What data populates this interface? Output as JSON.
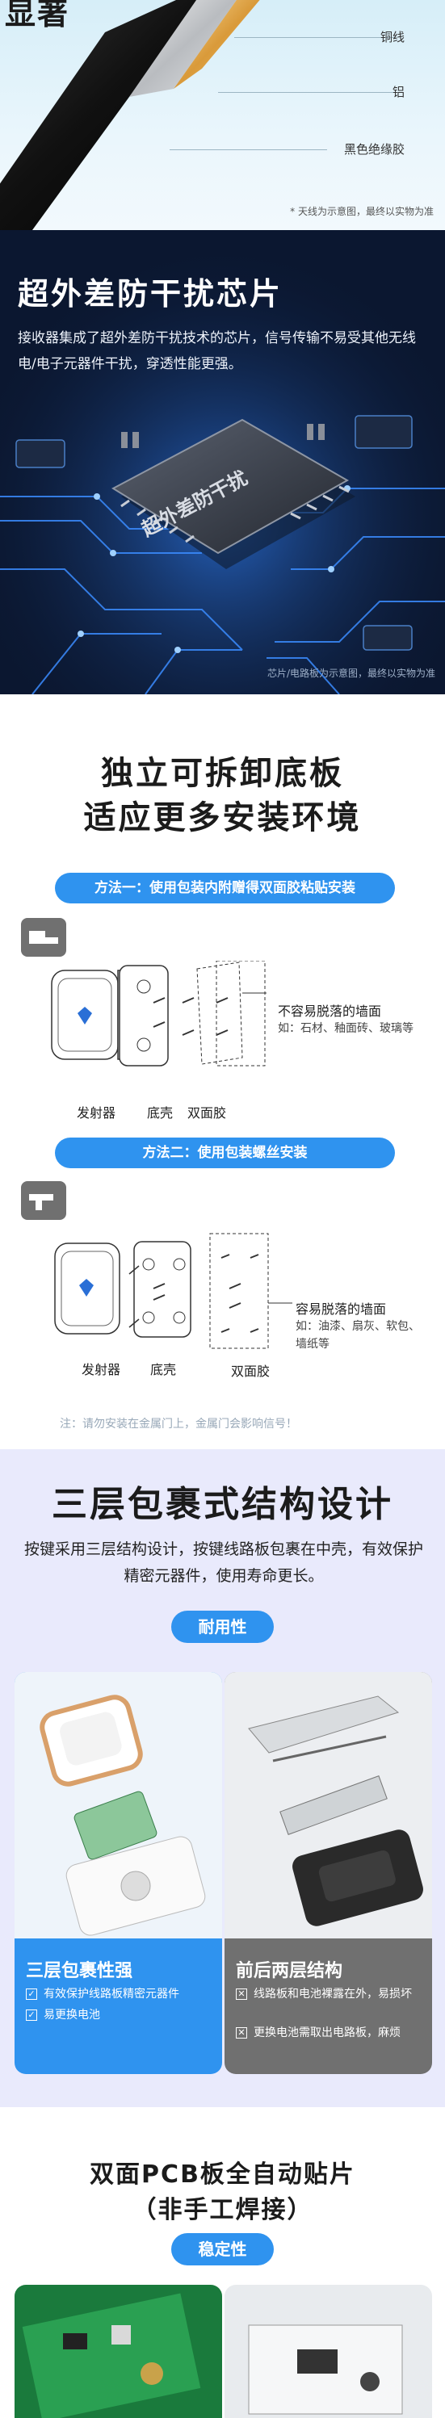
{
  "cable": {
    "title_partial": "显著",
    "layers": [
      "铜线",
      "铝",
      "黑色绝缘胶"
    ],
    "note": "* 天线为示意图，最终以实物为准"
  },
  "chip": {
    "title": "超外差防干扰芯片",
    "desc": "接收器集成了超外差防干扰技术的芯片，信号传输不易受其他无线电/电子元器件干扰，穿透性能更强。",
    "chip_label": "超外差防干扰",
    "caption": "芯片/电路板为示意图，最终以实物为准"
  },
  "mount": {
    "title_line1": "独立可拆卸底板",
    "title_line2": "适应更多安装环境",
    "method1": "方法一：使用包装内附赠得双面胶粘贴安装",
    "method1_parts": [
      "发射器",
      "底壳",
      "双面胶"
    ],
    "method1_wall": "不容易脱落的墙面",
    "method1_wall_sub": "如：石材、釉面砖、玻璃等",
    "method2": "方法二：使用包装螺丝安装",
    "method2_parts": [
      "发射器",
      "底壳",
      "双面胶"
    ],
    "method2_wall": "容易脱落的墙面",
    "method2_wall_sub": "如：油漆、扇灰、软包、墙纸等",
    "warning": "注：请勿安装在金属门上，金属门会影响信号！"
  },
  "layers": {
    "title": "三层包裹式结构设计",
    "desc": "按键采用三层结构设计，按键线路板包裹在中壳，有效保护精密元器件，使用寿命更长。",
    "badge": "耐用性",
    "left": {
      "title": "三层包裹性强",
      "items": [
        "有效保护线路板精密元器件",
        "易更换电池"
      ],
      "color": "#2f93ef"
    },
    "right": {
      "title": "前后两层结构",
      "items": [
        "线路板和电池裸露在外，易损坏",
        "更换电池需取出电路板，麻烦"
      ],
      "color": "#707070"
    }
  },
  "pcb": {
    "title_line1": "双面PCB板全自动贴片",
    "title_line2": "（非手工焊接）",
    "badge": "稳定性"
  }
}
